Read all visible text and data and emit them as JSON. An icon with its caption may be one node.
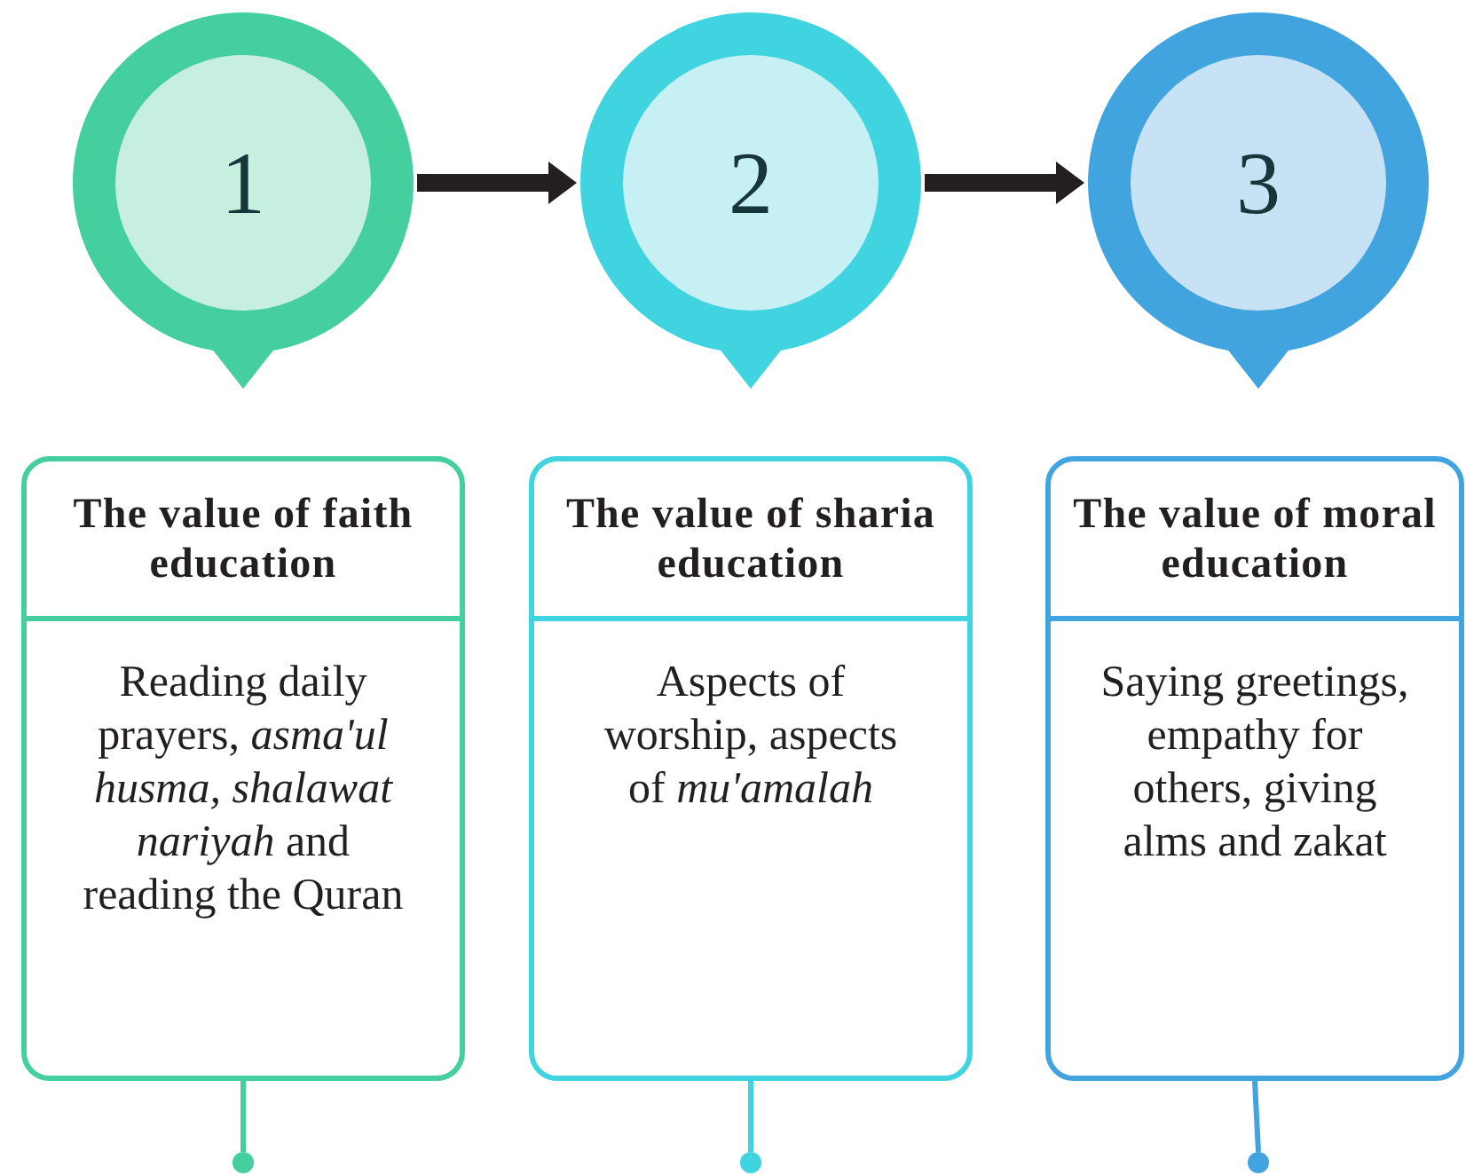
{
  "diagram": {
    "nodes": [
      {
        "text": [
          "1"
        ]
      },
      {
        "text": [
          "2"
        ]
      },
      {
        "text": [
          "3"
        ]
      },
      {
        "text": [
          "The value of faith education",
          "Reading daily prayers, *asma'ul husma, shalawat nariyah* and reading the Quran"
        ]
      },
      {
        "text": [
          "The value of sharia education",
          "Aspects of worship, aspects of *mu'amalah*"
        ]
      },
      {
        "text": [
          "The value of moral education",
          "Saying greetings, empathy for others, giving alms and zakat"
        ]
      },
      {
        "text": [],
        "shape": "circle"
      },
      {
        "text": [],
        "shape": "circle"
      },
      {
        "text": [],
        "shape": "circle"
      }
    ],
    "edges": [
      {
        "from": 0,
        "to": 1,
        "arrow": "to",
        "style": "thick"
      },
      {
        "from": 1,
        "to": 2,
        "arrow": "to",
        "style": "thick"
      },
      {
        "from": 3,
        "to": 6,
        "arrow": "none",
        "color": "#45cf9e"
      },
      {
        "from": 4,
        "to": 7,
        "arrow": "none",
        "color": "#40d3e0"
      },
      {
        "from": 5,
        "to": 8,
        "arrow": "none",
        "color": "#42a4df"
      }
    ]
  }
}
